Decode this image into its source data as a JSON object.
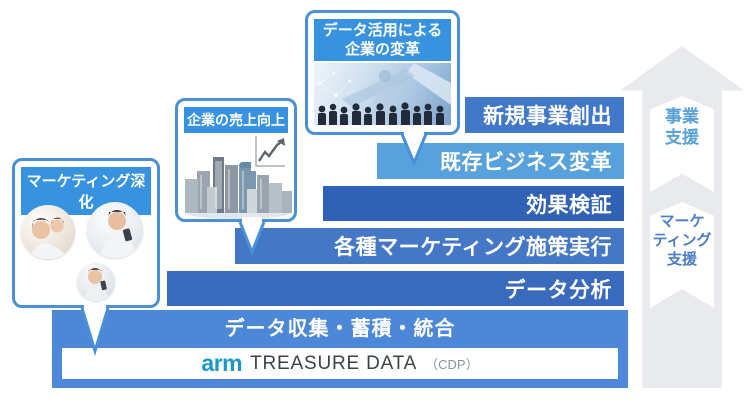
{
  "callouts": {
    "top": {
      "title_lines": [
        "データ活用による",
        "企業の変革"
      ]
    },
    "middle": {
      "title": "企業の売上向上"
    },
    "left": {
      "title": "マーケティング深化"
    }
  },
  "bars": [
    {
      "label": "新規事業創出",
      "color": "#4179c8"
    },
    {
      "label": "既存ビジネス変革",
      "color": "#57a2dd"
    },
    {
      "label": "効果検証",
      "color": "#3161b4"
    },
    {
      "label": "各種マーケティング施策実行",
      "color": "#4478c6"
    },
    {
      "label": "データ分析",
      "color": "#3a6abb"
    },
    {
      "label": "データ収集・蓄積・統合",
      "color": "#4d88d8"
    }
  ],
  "platform": {
    "arm": "arm",
    "name": "TREASURE DATA",
    "suffix": "（CDP）"
  },
  "arrows": {
    "business": {
      "lines": [
        "事業",
        "支援"
      ],
      "text_color": "#57a0d8"
    },
    "marketing": {
      "lines": [
        "マーケ",
        "ティング",
        "支援"
      ],
      "text_color": "#4b7ec5"
    }
  },
  "colors": {
    "callout_border": "#4a90d9",
    "callout_header_bg": "#3793e0",
    "arrow_bg": "#e8eaee"
  }
}
